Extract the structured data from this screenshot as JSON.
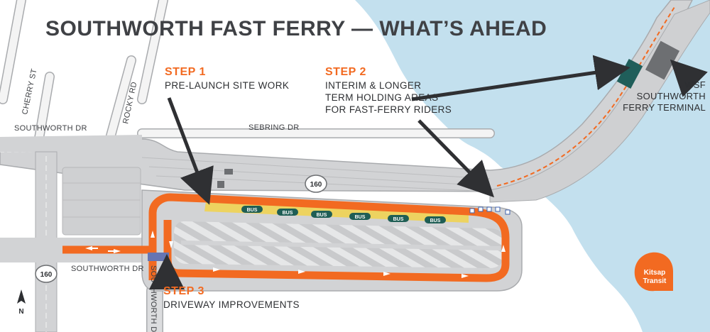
{
  "title": "SOUTHWORTH FAST FERRY — WHAT’S AHEAD",
  "steps": [
    {
      "label": "STEP 1",
      "lines": [
        "PRE-LAUNCH SITE WORK"
      ]
    },
    {
      "label": "STEP 2",
      "lines": [
        "INTERIM & LONGER",
        "TERM HOLDING AREAS",
        "FOR FAST-FERRY RIDERS"
      ]
    },
    {
      "label": "STEP 3",
      "lines": [
        "DRIVEWAY IMPROVEMENTS"
      ]
    }
  ],
  "terminal_label": [
    "WSF",
    "SOUTHWORTH",
    "FERRY TERMINAL"
  ],
  "streets": {
    "southworth_dr": "SOUTHWORTH DR",
    "southworth_dr_lower": "SOUTHWORTH DR",
    "southworth_dr_vertical": "SOUTHWORTH DR",
    "cherry_st": "CHERRY ST",
    "rocky_rd": "ROCKY RD",
    "sebring_dr": "SEBRING DR"
  },
  "route_shields": [
    "160",
    "160"
  ],
  "bus_labels": [
    "BUS",
    "BUS",
    "BUS",
    "BUS",
    "BUS",
    "BUS"
  ],
  "north_label": "N",
  "logo": {
    "line1": "Kitsap",
    "line2": "Transit"
  },
  "colors": {
    "water": "#c3e0ee",
    "road": "#d5d6d8",
    "road_edge": "#a9abae",
    "route_orange": "#f26a21",
    "holding_yellow": "#f2d24b",
    "bus_green": "#1f5e55",
    "driveway_blue": "#6675b3",
    "terminal_teal": "#1f5e5a",
    "terminal_gray": "#6d6f72",
    "text_dark": "#3f4145"
  }
}
